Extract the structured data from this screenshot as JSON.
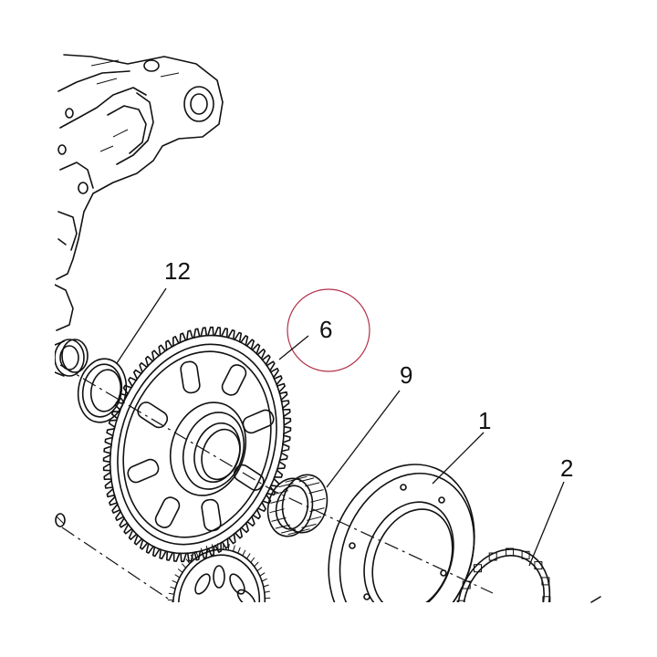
{
  "diagram": {
    "labels": {
      "p12": "12",
      "p6": "6",
      "p9": "9",
      "p1": "1",
      "p2": "2"
    },
    "highlight_color": "#b0304a",
    "line_color": "#111111"
  }
}
